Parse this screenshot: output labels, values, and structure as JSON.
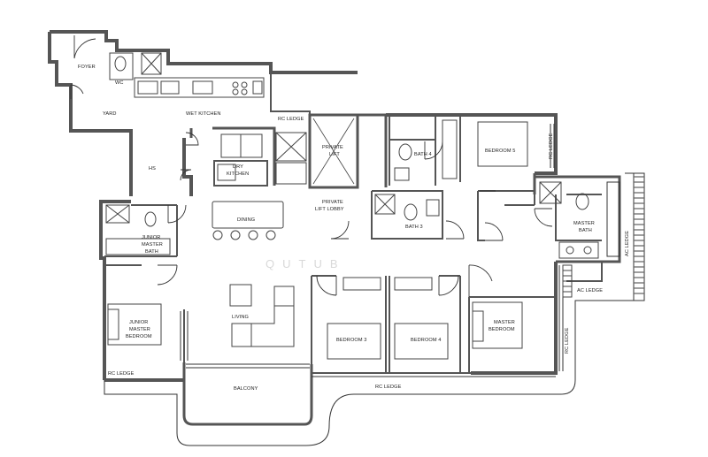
{
  "watermark": "QUTUB",
  "rooms": {
    "foyer": "FOYER",
    "wc": "WC",
    "yard": "YARD",
    "wet_kitchen": "WET KITCHEN",
    "rc_ledge_top": "RC LEDGE",
    "hs": "HS",
    "dry_kitchen_line1": "DRY",
    "dry_kitchen_line2": "KITCHEN",
    "private_lift_line1": "PRIVATE",
    "private_lift_line2": "LIFT",
    "private_lift_lobby_line1": "PRIVATE",
    "private_lift_lobby_line2": "LIFT LOBBY",
    "bath4": "BATH 4",
    "bedroom5": "BEDROOM 5",
    "rc_ledge_right": "RC LEDGE",
    "dining": "DINING",
    "bath3": "BATH 3",
    "master_bath_line1": "MASTER",
    "master_bath_line2": "BATH",
    "ac_ledge_side": "AC LEDGE",
    "ac_ledge_bottom": "AC LEDGE",
    "junior_master_bath_line1": "JUNIOR",
    "junior_master_bath_line2": "MASTER",
    "junior_master_bath_line3": "BATH",
    "junior_master_bedroom_line1": "JUNIOR",
    "junior_master_bedroom_line2": "MASTER",
    "junior_master_bedroom_line3": "BEDROOM",
    "living": "LIVING",
    "bedroom3": "BEDROOM 3",
    "bedroom4": "BEDROOM 4",
    "master_bedroom_line1": "MASTER",
    "master_bedroom_line2": "BEDROOM",
    "rc_ledge_vertical": "RC LEDGE",
    "rc_ledge_left": "RC LEDGE",
    "balcony": "BALCONY",
    "rc_ledge_bottom": "RC LEDGE"
  },
  "colors": {
    "wall": "#5a5a5a",
    "line": "#333333",
    "fixture": "#9a9a9a"
  }
}
